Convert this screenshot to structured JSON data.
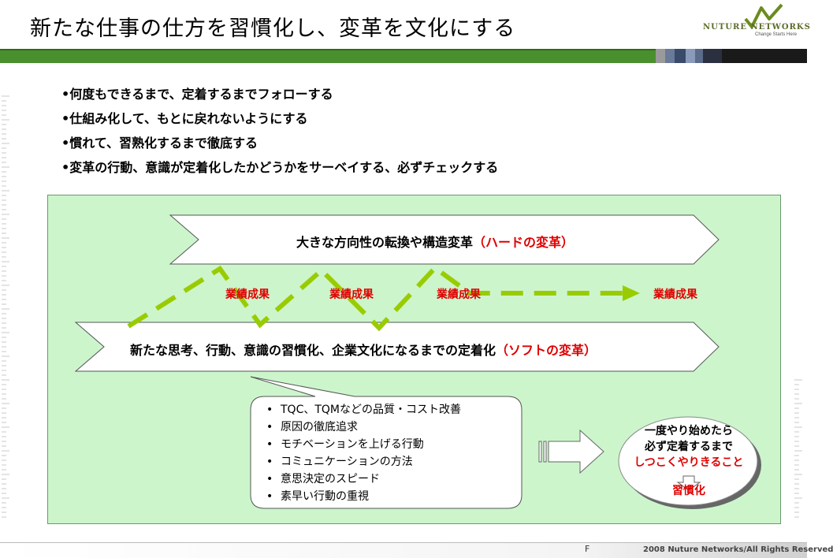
{
  "header": {
    "title": "新たな仕事の仕方を習慣化し、変革を文化にする",
    "logo_text": "NUTURE NETWORKS",
    "logo_tagline": "Change Starts Here"
  },
  "bullets": [
    "•何度もできるまで、定着するまでフォローする",
    "•仕組み化して、もとに戻れないようにする",
    "•慣れて、習熟化するまで徹底する",
    "•変革の行動、意識が定着化したかどうかをサーベイする、必ずチェックする"
  ],
  "diagram": {
    "hard_arrow": {
      "text": "大きな方向性の転換や構造変革",
      "highlight": "（ハードの変革）"
    },
    "soft_arrow": {
      "text": "新たな思考、行動、意識の習慣化、企業文化になるまでの定着化",
      "highlight": "（ソフトの変革）"
    },
    "results": [
      "業績成果",
      "業績成果",
      "業績成果",
      "業績成果"
    ],
    "callout_items": [
      "TQC、TQMなどの品質・コスト改善",
      "原因の徹底追求",
      "モチベーションを上げる行動",
      "コミュニケーションの方法",
      "意思決定のスピード",
      "素早い行動の重視"
    ],
    "oval": {
      "line1": "一度やり始めたら",
      "line2": "必ず定着するまで",
      "line3": "しつこくやりきること",
      "result": "習慣化"
    },
    "colors": {
      "panel": "#ccf5cc",
      "dash": "#99cc00",
      "accent_red": "#e00000",
      "band_green": "#3f8f2a"
    }
  },
  "footer": {
    "page_marker": "F",
    "copyright": "2008 Nuture Networks/All Rights Reserved"
  }
}
